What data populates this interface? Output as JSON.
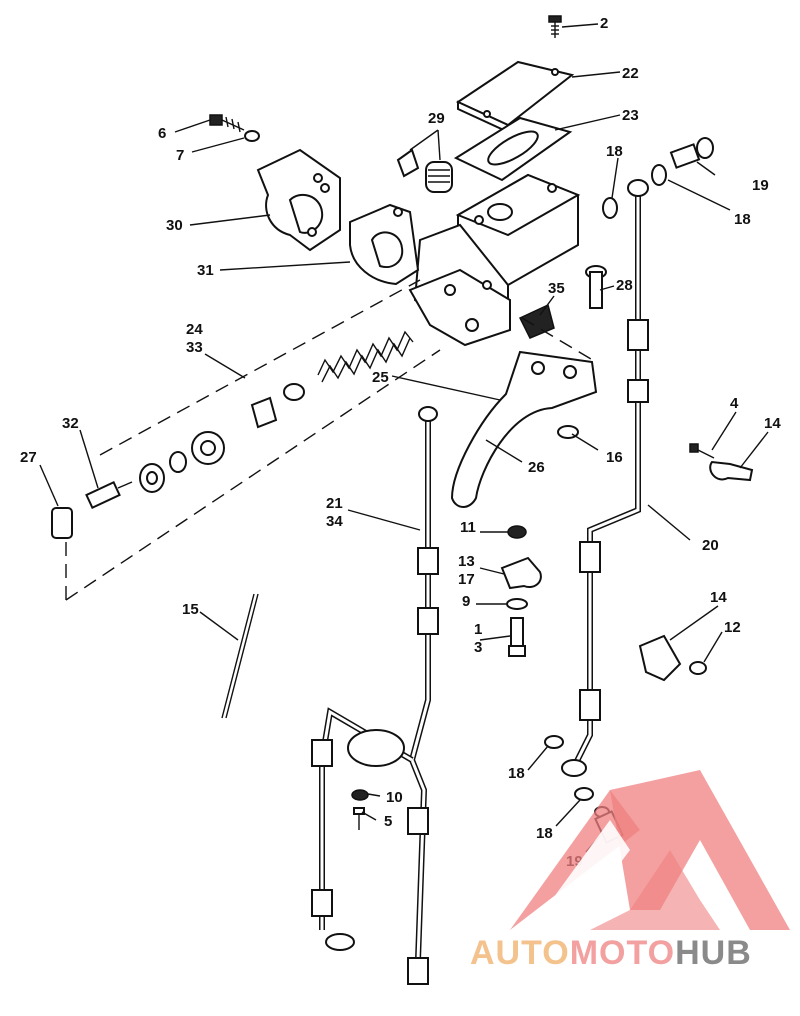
{
  "diagram": {
    "callouts": [
      {
        "id": "c2",
        "text": "2"
      },
      {
        "id": "c22",
        "text": "22"
      },
      {
        "id": "c23",
        "text": "23"
      },
      {
        "id": "c29",
        "text": "29"
      },
      {
        "id": "c6",
        "text": "6"
      },
      {
        "id": "c7",
        "text": "7"
      },
      {
        "id": "c18a",
        "text": "18"
      },
      {
        "id": "c19a",
        "text": "19"
      },
      {
        "id": "c18b",
        "text": "18"
      },
      {
        "id": "c30",
        "text": "30"
      },
      {
        "id": "c31",
        "text": "31"
      },
      {
        "id": "c28",
        "text": "28"
      },
      {
        "id": "c35",
        "text": "35"
      },
      {
        "id": "c24",
        "text": "24"
      },
      {
        "id": "c33",
        "text": "33"
      },
      {
        "id": "c25",
        "text": "25"
      },
      {
        "id": "c32",
        "text": "32"
      },
      {
        "id": "c27",
        "text": "27"
      },
      {
        "id": "c4",
        "text": "4"
      },
      {
        "id": "c14a",
        "text": "14"
      },
      {
        "id": "c16",
        "text": "16"
      },
      {
        "id": "c26",
        "text": "26"
      },
      {
        "id": "c21",
        "text": "21"
      },
      {
        "id": "c34",
        "text": "34"
      },
      {
        "id": "c11",
        "text": "11"
      },
      {
        "id": "c13",
        "text": "13"
      },
      {
        "id": "c17",
        "text": "17"
      },
      {
        "id": "c20",
        "text": "20"
      },
      {
        "id": "c9",
        "text": "9"
      },
      {
        "id": "c1",
        "text": "1"
      },
      {
        "id": "c3",
        "text": "3"
      },
      {
        "id": "c14b",
        "text": "14"
      },
      {
        "id": "c12",
        "text": "12"
      },
      {
        "id": "c15",
        "text": "15"
      },
      {
        "id": "c18c",
        "text": "18"
      },
      {
        "id": "c10",
        "text": "10"
      },
      {
        "id": "c5",
        "text": "5"
      },
      {
        "id": "c18d",
        "text": "18"
      },
      {
        "id": "c19b",
        "text": "19"
      }
    ]
  },
  "watermark": {
    "brand_auto": "AUTO",
    "brand_moto": "MOTO",
    "brand_hub": "HUB",
    "colors": {
      "auto": "#f3c28d",
      "moto": "#f2a0a0",
      "hub": "#8a8a8a",
      "triangle": "#f08080"
    }
  }
}
